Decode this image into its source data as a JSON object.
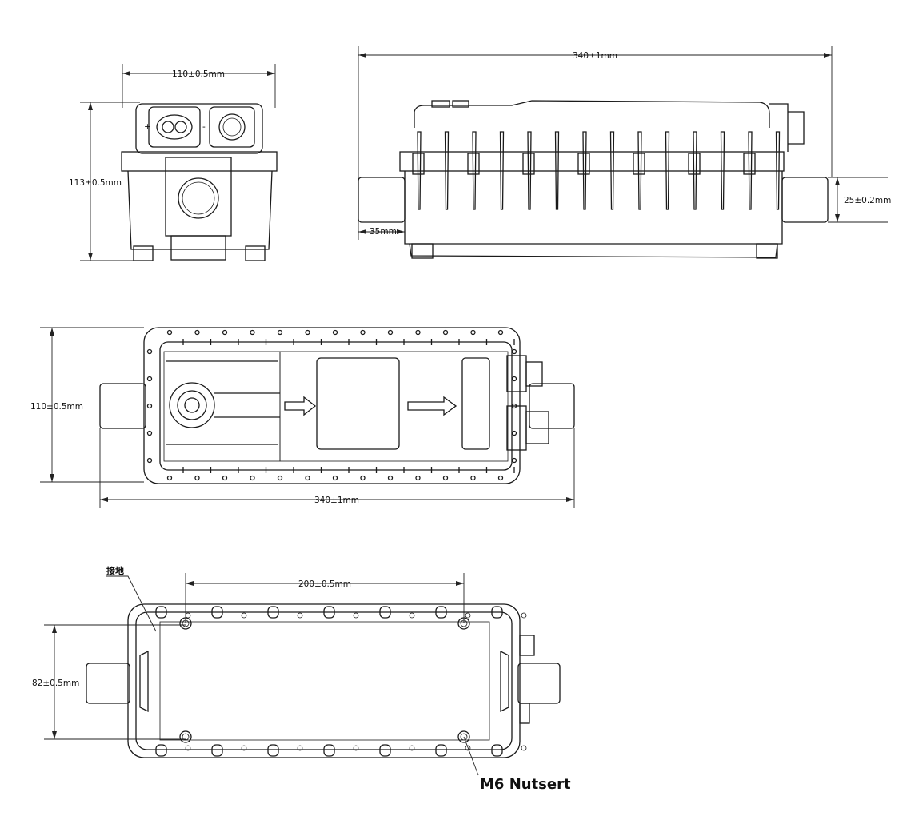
{
  "front_view": {
    "width_dim": "110±0.5mm",
    "height_dim": "113±0.5mm",
    "plus_sign": "+",
    "minus_sign": "-"
  },
  "side_view": {
    "length_dim": "340±1mm",
    "pipe_diameter_dim": "25±0.2mm",
    "pipe_length_dim": "35mm"
  },
  "top_view": {
    "width_dim": "110±0.5mm",
    "length_dim": "340±1mm"
  },
  "bottom_view": {
    "hole_spacing_dim": "200±0.5mm",
    "hole_height_dim": "82±0.5mm",
    "ground_label": "接地",
    "nutsert_label": "M6 Nutsert"
  },
  "colors": {
    "line": "#1a1a1a",
    "background": "#ffffff"
  }
}
